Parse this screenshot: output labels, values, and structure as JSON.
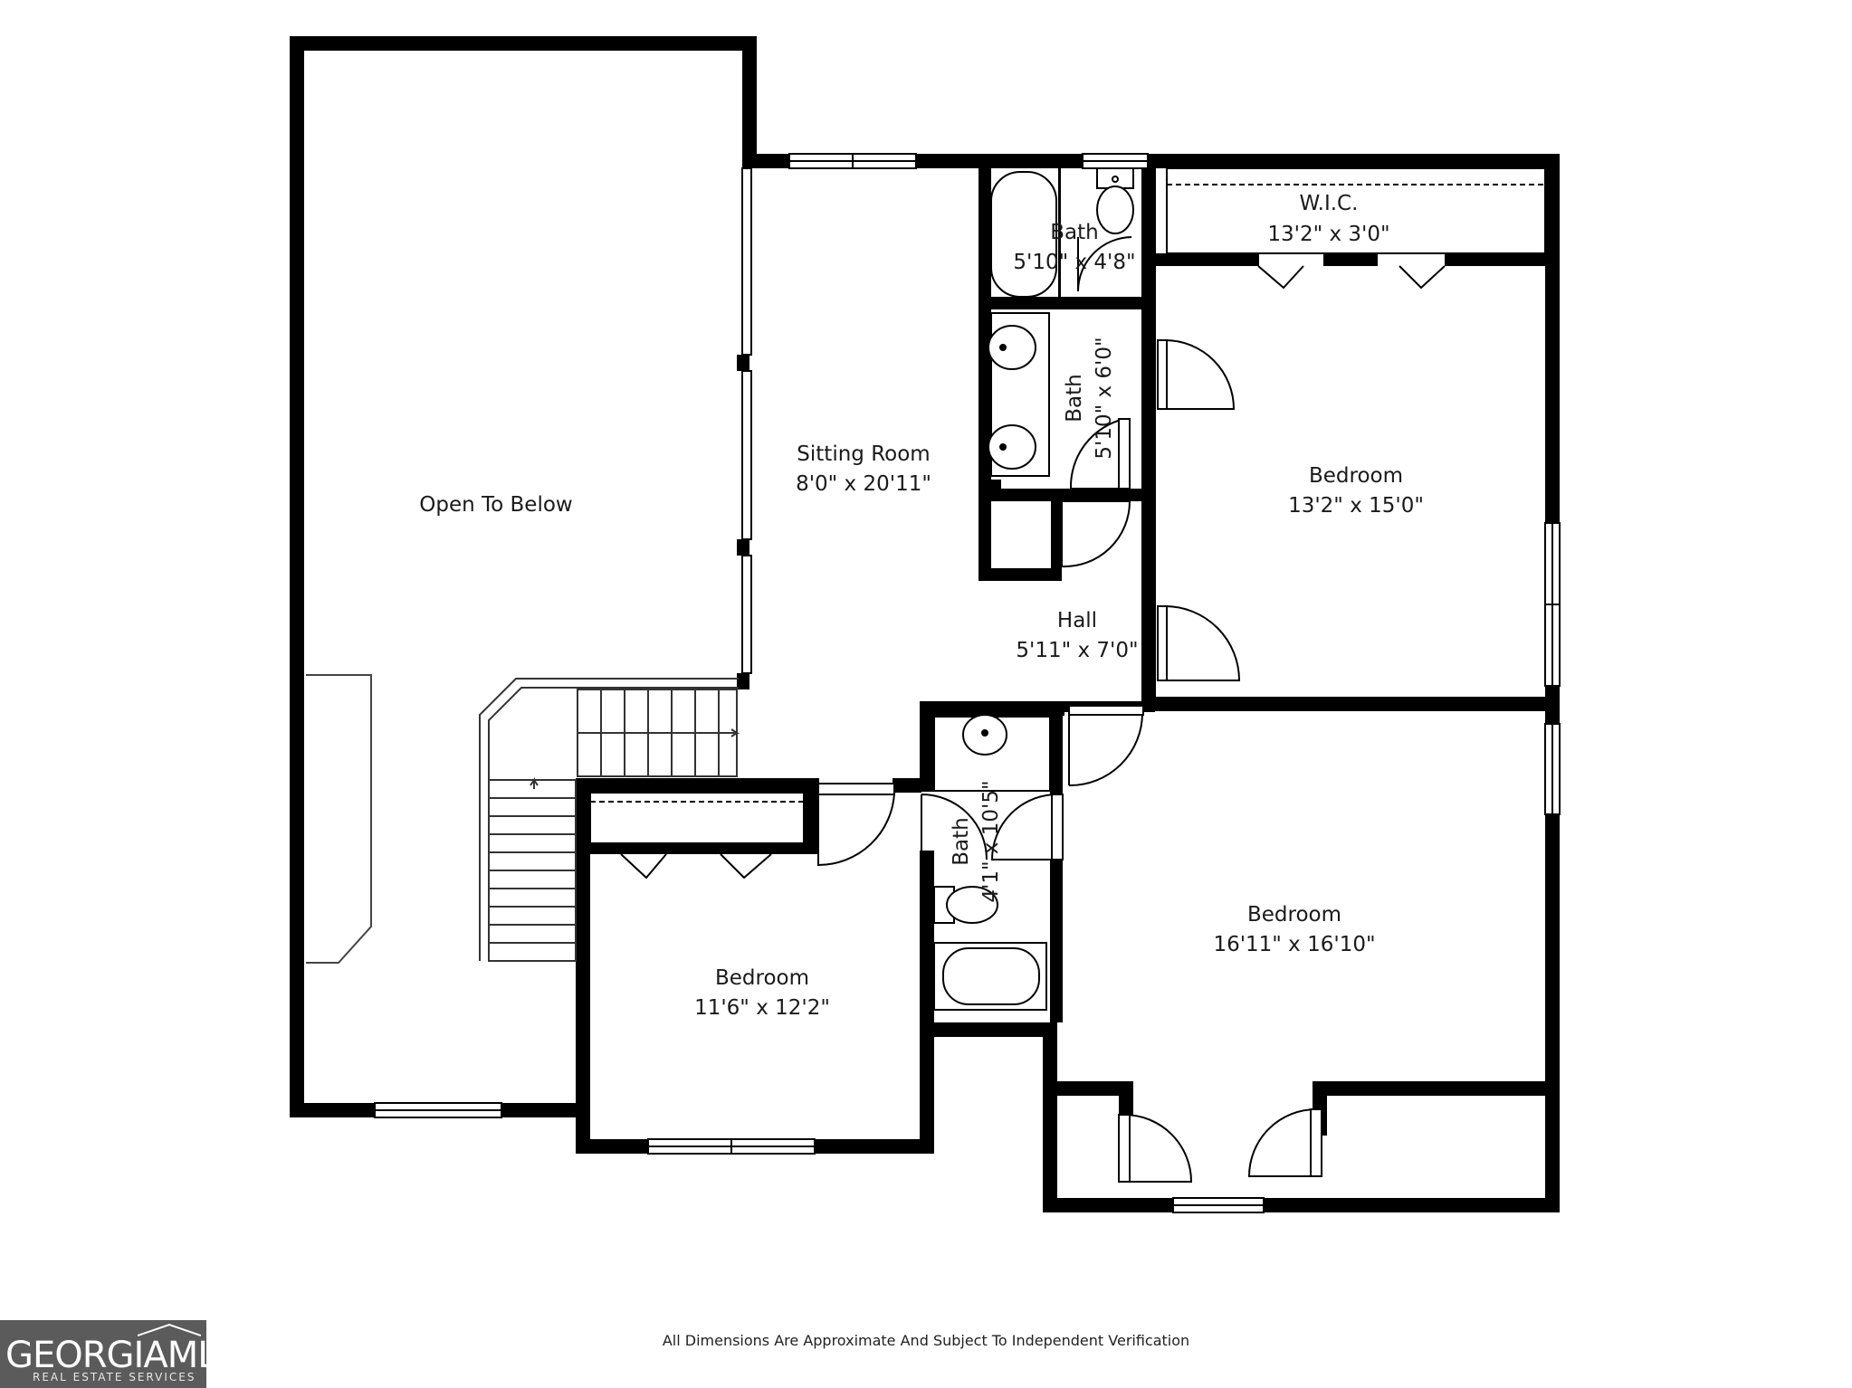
{
  "rooms": {
    "open_to_below": {
      "name": "Open To Below"
    },
    "sitting_room": {
      "name": "Sitting Room",
      "dims": "8'0\" x 20'11\""
    },
    "bath_top": {
      "name": "Bath",
      "dims": "5'10\" x 4'8\""
    },
    "bath_middle": {
      "name": "Bath",
      "dims": "5'10\" x 6'0\""
    },
    "wic": {
      "name": "W.I.C.",
      "dims": "13'2\" x 3'0\""
    },
    "bedroom_right_upper": {
      "name": "Bedroom",
      "dims": "13'2\" x 15'0\""
    },
    "hall": {
      "name": "Hall",
      "dims": "5'11\" x 7'0\""
    },
    "bath_lower": {
      "name": "Bath",
      "dims": "4'1\" x 10'5\""
    },
    "bedroom_left_lower": {
      "name": "Bedroom",
      "dims": "11'6\" x 12'2\""
    },
    "bedroom_right_lower": {
      "name": "Bedroom",
      "dims": "16'11\" x 16'10\""
    }
  },
  "footer": {
    "disclaimer": "All Dimensions Are Approximate And Subject To Independent Verification"
  },
  "logo": {
    "main": "GEORGIAMLS",
    "sub": "REAL ESTATE SERVICES"
  },
  "colors": {
    "wall": "#000000",
    "background": "#ffffff",
    "logo_bg": "#5b5b5b"
  }
}
